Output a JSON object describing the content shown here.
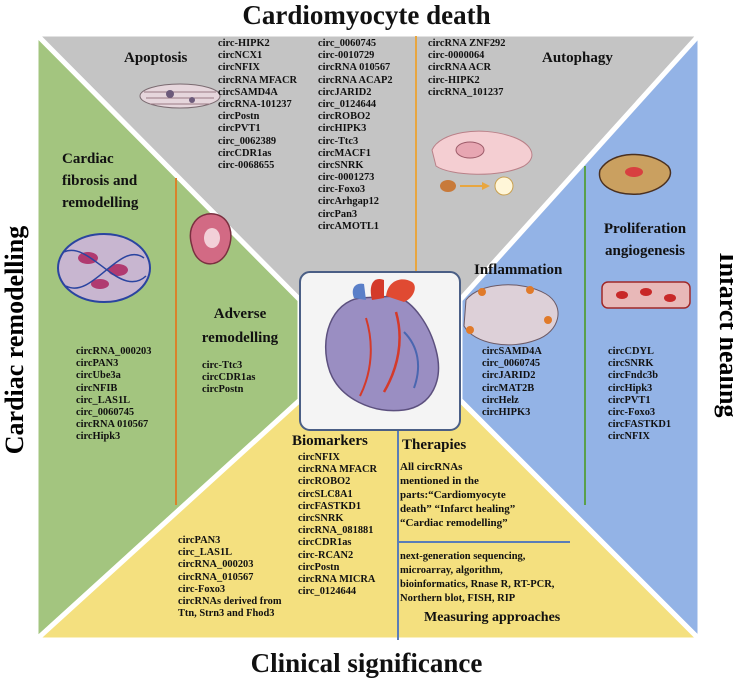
{
  "titles": {
    "top": "Cardiomyocyte death",
    "bottom": "Clinical significance",
    "left": "Cardiac remodelling",
    "right": "Infarct healing"
  },
  "apoptosis": {
    "heading": "Apoptosis",
    "col1": [
      "circ-HIPK2",
      "circNCX1",
      "circNFIX",
      "circRNA MFACR",
      "circSAMD4A",
      "circRNA-101237",
      "circPostn",
      "circPVT1",
      "circ_0062389",
      "circCDR1as",
      "circ-0068655"
    ],
    "col2": [
      "circ_0060745",
      "circ-0010729",
      "circRNA 010567",
      "circRNA ACAP2",
      "circJARID2",
      "circ_0124644",
      "circROBO2",
      "circHIPK3",
      "circ-Ttc3",
      "circMACF1",
      "circSNRK",
      "circ-0001273",
      "circ-Foxo3",
      "circArhgap12",
      "circPan3",
      "circAMOTL1"
    ]
  },
  "autophagy": {
    "heading": "Autophagy",
    "items": [
      "circRNA ZNF292",
      "circ-0000064",
      "circRNA ACR",
      "circ-HIPK2",
      "circRNA_101237"
    ]
  },
  "fibrosis": {
    "heading": [
      "Cardiac",
      "fibrosis and",
      "remodelling"
    ],
    "items": [
      "circRNA_000203",
      "circPAN3",
      "circUbe3a",
      "circNFIB",
      "circ_LAS1L",
      "circ_0060745",
      "circRNA 010567",
      "circHipk3"
    ]
  },
  "adverse": {
    "heading": [
      "Adverse",
      "remodelling"
    ],
    "items": [
      "circ-Ttc3",
      "circCDR1as",
      "circPostn"
    ]
  },
  "inflammation": {
    "heading": "Inflammation",
    "items": [
      "circSAMD4A",
      "circ_0060745",
      "circJARID2",
      "circMAT2B",
      "circHelz",
      "circHIPK3"
    ]
  },
  "proliferation": {
    "heading": [
      "Proliferation",
      "angiogenesis"
    ],
    "items": [
      "circCDYL",
      "circSNRK",
      "circFndc3b",
      "circHipk3",
      "circPVT1",
      "circ-Foxo3",
      "circFASTKD1",
      "circNFIX"
    ]
  },
  "biomarkers": {
    "heading": "Biomarkers",
    "items": [
      "circNFIX",
      "circRNA MFACR",
      "circROBO2",
      "circSLC8A1",
      "circFASTKD1",
      "circSNRK",
      "circRNA_081881",
      "circCDR1as",
      "circ-RCAN2",
      "circPostn",
      "circRNA MICRA",
      "circ_0124644"
    ]
  },
  "clinical_left": {
    "items": [
      "circPAN3",
      "circ_LAS1L",
      "circRNA_000203",
      "circRNA_010567",
      "circ-Foxo3",
      "circRNAs derived from",
      "Ttn, Strn3 and Fhod3"
    ]
  },
  "therapies": {
    "heading": "Therapies",
    "lines": [
      "All circRNAs",
      "mentioned in the",
      "parts:“Cardiomyocyte",
      "death” “Infarct healing”",
      "“Cardiac remodelling”"
    ]
  },
  "measuring": {
    "lines": [
      "next-generation sequencing,",
      "microarray, algorithm,",
      "bioinformatics, Rnase R, RT-PCR,",
      "Northern blot, FISH, RIP"
    ],
    "heading": "Measuring approaches"
  },
  "colors": {
    "top": "#bdbdbd",
    "left": "#9ec27a",
    "right": "#8fb0e2",
    "bottom": "#f2df7a",
    "center": "#ffffff",
    "divider_orange": "#d9822b",
    "divider_green": "#5aa04a",
    "divider_blue": "#5a7db8"
  }
}
